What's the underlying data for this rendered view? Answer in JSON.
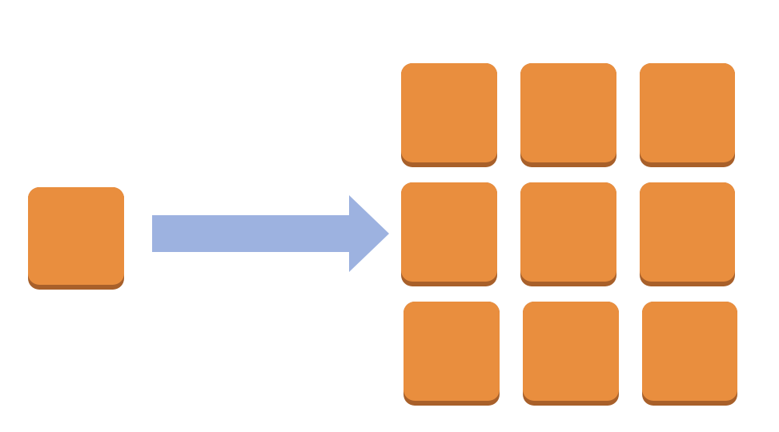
{
  "colors": {
    "node_face": "#E98E3E",
    "node_edge": "#A8602A",
    "arrow": "#9DB2E0",
    "background": "#FFFFFF"
  },
  "source": {
    "node": {
      "name": "source-node",
      "icon": "orange-square"
    }
  },
  "arrow": {
    "name": "scale-out-arrow",
    "direction": "right"
  },
  "target": {
    "rows": 3,
    "columns": 3,
    "nodes": [
      {
        "name": "node-1"
      },
      {
        "name": "node-2"
      },
      {
        "name": "node-3"
      },
      {
        "name": "node-4"
      },
      {
        "name": "node-5"
      },
      {
        "name": "node-6"
      },
      {
        "name": "node-7"
      },
      {
        "name": "node-8"
      },
      {
        "name": "node-9"
      }
    ]
  }
}
